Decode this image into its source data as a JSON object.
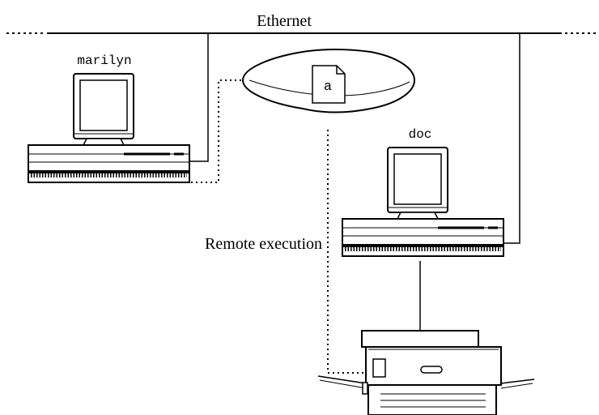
{
  "network": {
    "label": "Ethernet"
  },
  "hosts": {
    "local": {
      "name": "marilyn"
    },
    "remote": {
      "name": "doc"
    }
  },
  "file": {
    "name": "a"
  },
  "annotations": {
    "remote_execution": "Remote execution"
  },
  "icons": {
    "workstation": "workstation-icon",
    "document": "document-icon",
    "printer": "printer-icon"
  },
  "colors": {
    "line": "#000000",
    "background": "#ffffff"
  }
}
